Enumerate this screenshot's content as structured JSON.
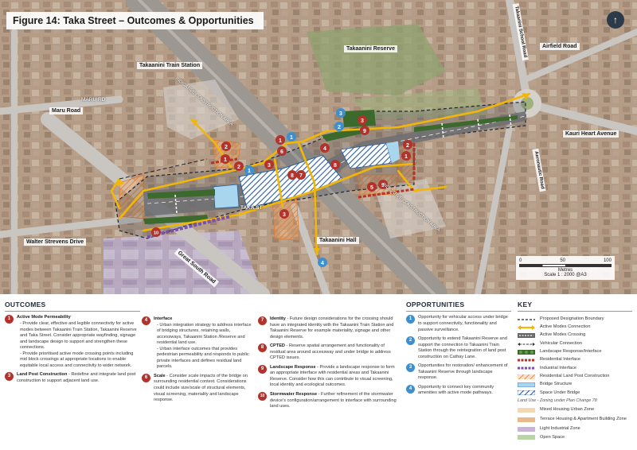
{
  "title": "Figure 14: Taka Street – Outcomes & Opportunities",
  "north_symbol": "↑",
  "map_labels": {
    "train_station": "Takaanini Train Station",
    "reserve": "Takaanini Reserve",
    "hall": "Takaanini Hall",
    "maru_road": "Maru Road",
    "maru_rd": "MARU RD",
    "airfield_road": "Airfield Road",
    "kauri_heart": "Kauri Heart Avenue",
    "walter_strevens": "Walter Strevens Drive",
    "great_south": "Great South Road",
    "taka_st": "TAKA ST",
    "takaanini_school": "Takaanini School Road",
    "aeronautic": "Aeronautic Road",
    "indicative_1": "INDICATIVE CONSTRUCTION AREA",
    "indicative_2": "INDICATIVE CONSTRUCTION AREA"
  },
  "scale": {
    "ticks": [
      "0",
      "50",
      "100"
    ],
    "unit": "Metres",
    "caption": "Scale 1 : 2000 @A3"
  },
  "outcomes": {
    "heading": "OUTCOMES",
    "items": [
      {
        "n": "1",
        "title": "Active Mode Permeability",
        "text": "",
        "subs": [
          "- Provide clear, effective and legible connectivity for active modes between Takaanini Train Station, Takaanini Reserve and Taka Street. Consider appropriate wayfinding, signage and landscape design to support and strengthen these connections.",
          "- Provide prioritised active mode crossing points including mid block crossings at appropriate locations to enable equitable local access and connectivity to wider network."
        ]
      },
      {
        "n": "3",
        "title": "Land Post Construction",
        "text": " - Redefine and integrate land post construction to support adjacent land use.",
        "subs": []
      }
    ]
  },
  "outcomes2": {
    "items": [
      {
        "n": "4",
        "title": "Interface",
        "subs": [
          "- Urban integration strategy to address interface of bridging structures, retaining walls, accessways, Takaanini Station /Reserve and residential land use.",
          "- Urban interface outcomes that provides pedestrian permeability and responds to public private interfaces and defines residual land parcels."
        ]
      },
      {
        "n": "6",
        "title": "Scale",
        "text": " - Consider scale impacts of the bridge on surrounding residential context. Considerations could include size/scale of structural elements, visual screening, materiality and landscape response."
      }
    ]
  },
  "outcomes3": {
    "items": [
      {
        "n": "7",
        "title": "Identity",
        "text": " - Future design considerations for the crossing should have an integrated identity with the Takaanini Train Station and Takaanini Reserve for example materiality, signage and other design elements."
      },
      {
        "n": "8",
        "title": "CPTED",
        "text": " - Reserve spatial arrangement and functionality of residual area around accessway and under bridge to address CPTED issues."
      },
      {
        "n": "9",
        "title": "Landscape Response",
        "text": " - Provide a landscape response to form an appropriate interface with residential areas and Takaanini Reserve. Consider how this can contribute to visual screening, local identity and ecological outcomes."
      },
      {
        "n": "10",
        "title": "Stormwater Response",
        "text": " - Further refinement of the stormwater device's configuration/arrangement to interface with surrounding land uses."
      }
    ]
  },
  "opportunities": {
    "heading": "OPPORTUNITIES",
    "items": [
      {
        "n": "1",
        "text": "Opportunity for vehicular access under bridge to support connectivity, functionality and passive surveillance."
      },
      {
        "n": "2",
        "text": "Opportunity to extend Takaanini Reserve and support the connection to Takaanini Train Station through the reintegration of land post construction on Cathay Lane."
      },
      {
        "n": "3",
        "text": "Opportunities for restoration/ enhancement of Takaanini Reserve through landscape response."
      },
      {
        "n": "4",
        "text": "Opportunity to connect key community amenities with active mode pathways."
      }
    ]
  },
  "key": {
    "heading": "KEY",
    "items": [
      {
        "label": "Proposed Designation Boundary",
        "style": "dash-dark"
      },
      {
        "label": "Active Modes Connection",
        "style": "arrow-yellow"
      },
      {
        "label": "Active Modes Crossing",
        "style": "dash-white"
      },
      {
        "label": "Vehicular Connection",
        "style": "arrow-dark"
      },
      {
        "label": "Landscape Response/Interface",
        "style": "tree-green"
      },
      {
        "label": "Residential Interface",
        "style": "bar-red"
      },
      {
        "label": "Industrial Interface",
        "style": "bar-purple"
      },
      {
        "label": "Residential Land Post Construction",
        "style": "hatch-orange"
      },
      {
        "label": "Bridge Structure",
        "style": "fill-blue"
      },
      {
        "label": "Space Under Bridge",
        "style": "hatch-blue"
      }
    ],
    "landuse_note": "Land Use - Zoning under Plan Change 78",
    "zones": [
      {
        "label": "Mixed Housing Urban Zone",
        "color": "#f2d7b5"
      },
      {
        "label": "Terrace Housing & Apartment Building Zone",
        "color": "#e8b98b"
      },
      {
        "label": "Light Industrial Zone",
        "color": "#c9b3d9"
      },
      {
        "label": "Open Space",
        "color": "#b9d4a6"
      }
    ]
  },
  "colors": {
    "accent_red": "#b3322b",
    "accent_blue": "#3e8fcf",
    "active_yellow": "#f2b705",
    "hatch_orange": "#e07a2c",
    "industrial_purple": "#7a4fb0"
  }
}
